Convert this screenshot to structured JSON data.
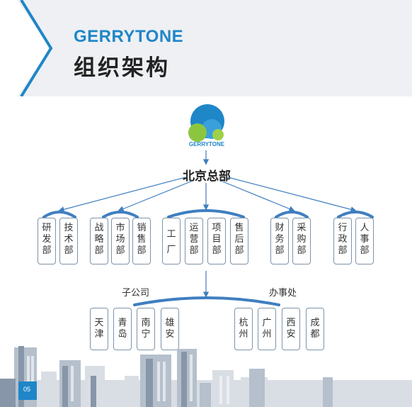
{
  "header": {
    "brand": "GERRYTONE",
    "title": "组织架构"
  },
  "logo": {
    "text": "GERRYTONE"
  },
  "headquarters": {
    "label": "北京总部"
  },
  "departments": [
    {
      "label": "研发部"
    },
    {
      "label": "技术部"
    },
    {
      "label": "战略部"
    },
    {
      "label": "市场部"
    },
    {
      "label": "销售部"
    },
    {
      "label": "工厂"
    },
    {
      "label": "运营部"
    },
    {
      "label": "项目部"
    },
    {
      "label": "售后部"
    },
    {
      "label": "财务部"
    },
    {
      "label": "采购部"
    },
    {
      "label": "行政部"
    },
    {
      "label": "人事部"
    }
  ],
  "subsidiaries": {
    "label": "子公司",
    "items": [
      {
        "label": "天津"
      },
      {
        "label": "青岛"
      },
      {
        "label": "南宁"
      },
      {
        "label": "雄安"
      }
    ]
  },
  "offices": {
    "label": "办事处",
    "items": [
      {
        "label": "杭州"
      },
      {
        "label": "广州"
      },
      {
        "label": "西安"
      },
      {
        "label": "成都"
      }
    ]
  },
  "footer": {
    "page_number": "05"
  },
  "colors": {
    "accent": "#1f86c8",
    "connector": "#3f7fbf",
    "box_border": "#7f93a8",
    "header_bg": "#eef0f3"
  }
}
